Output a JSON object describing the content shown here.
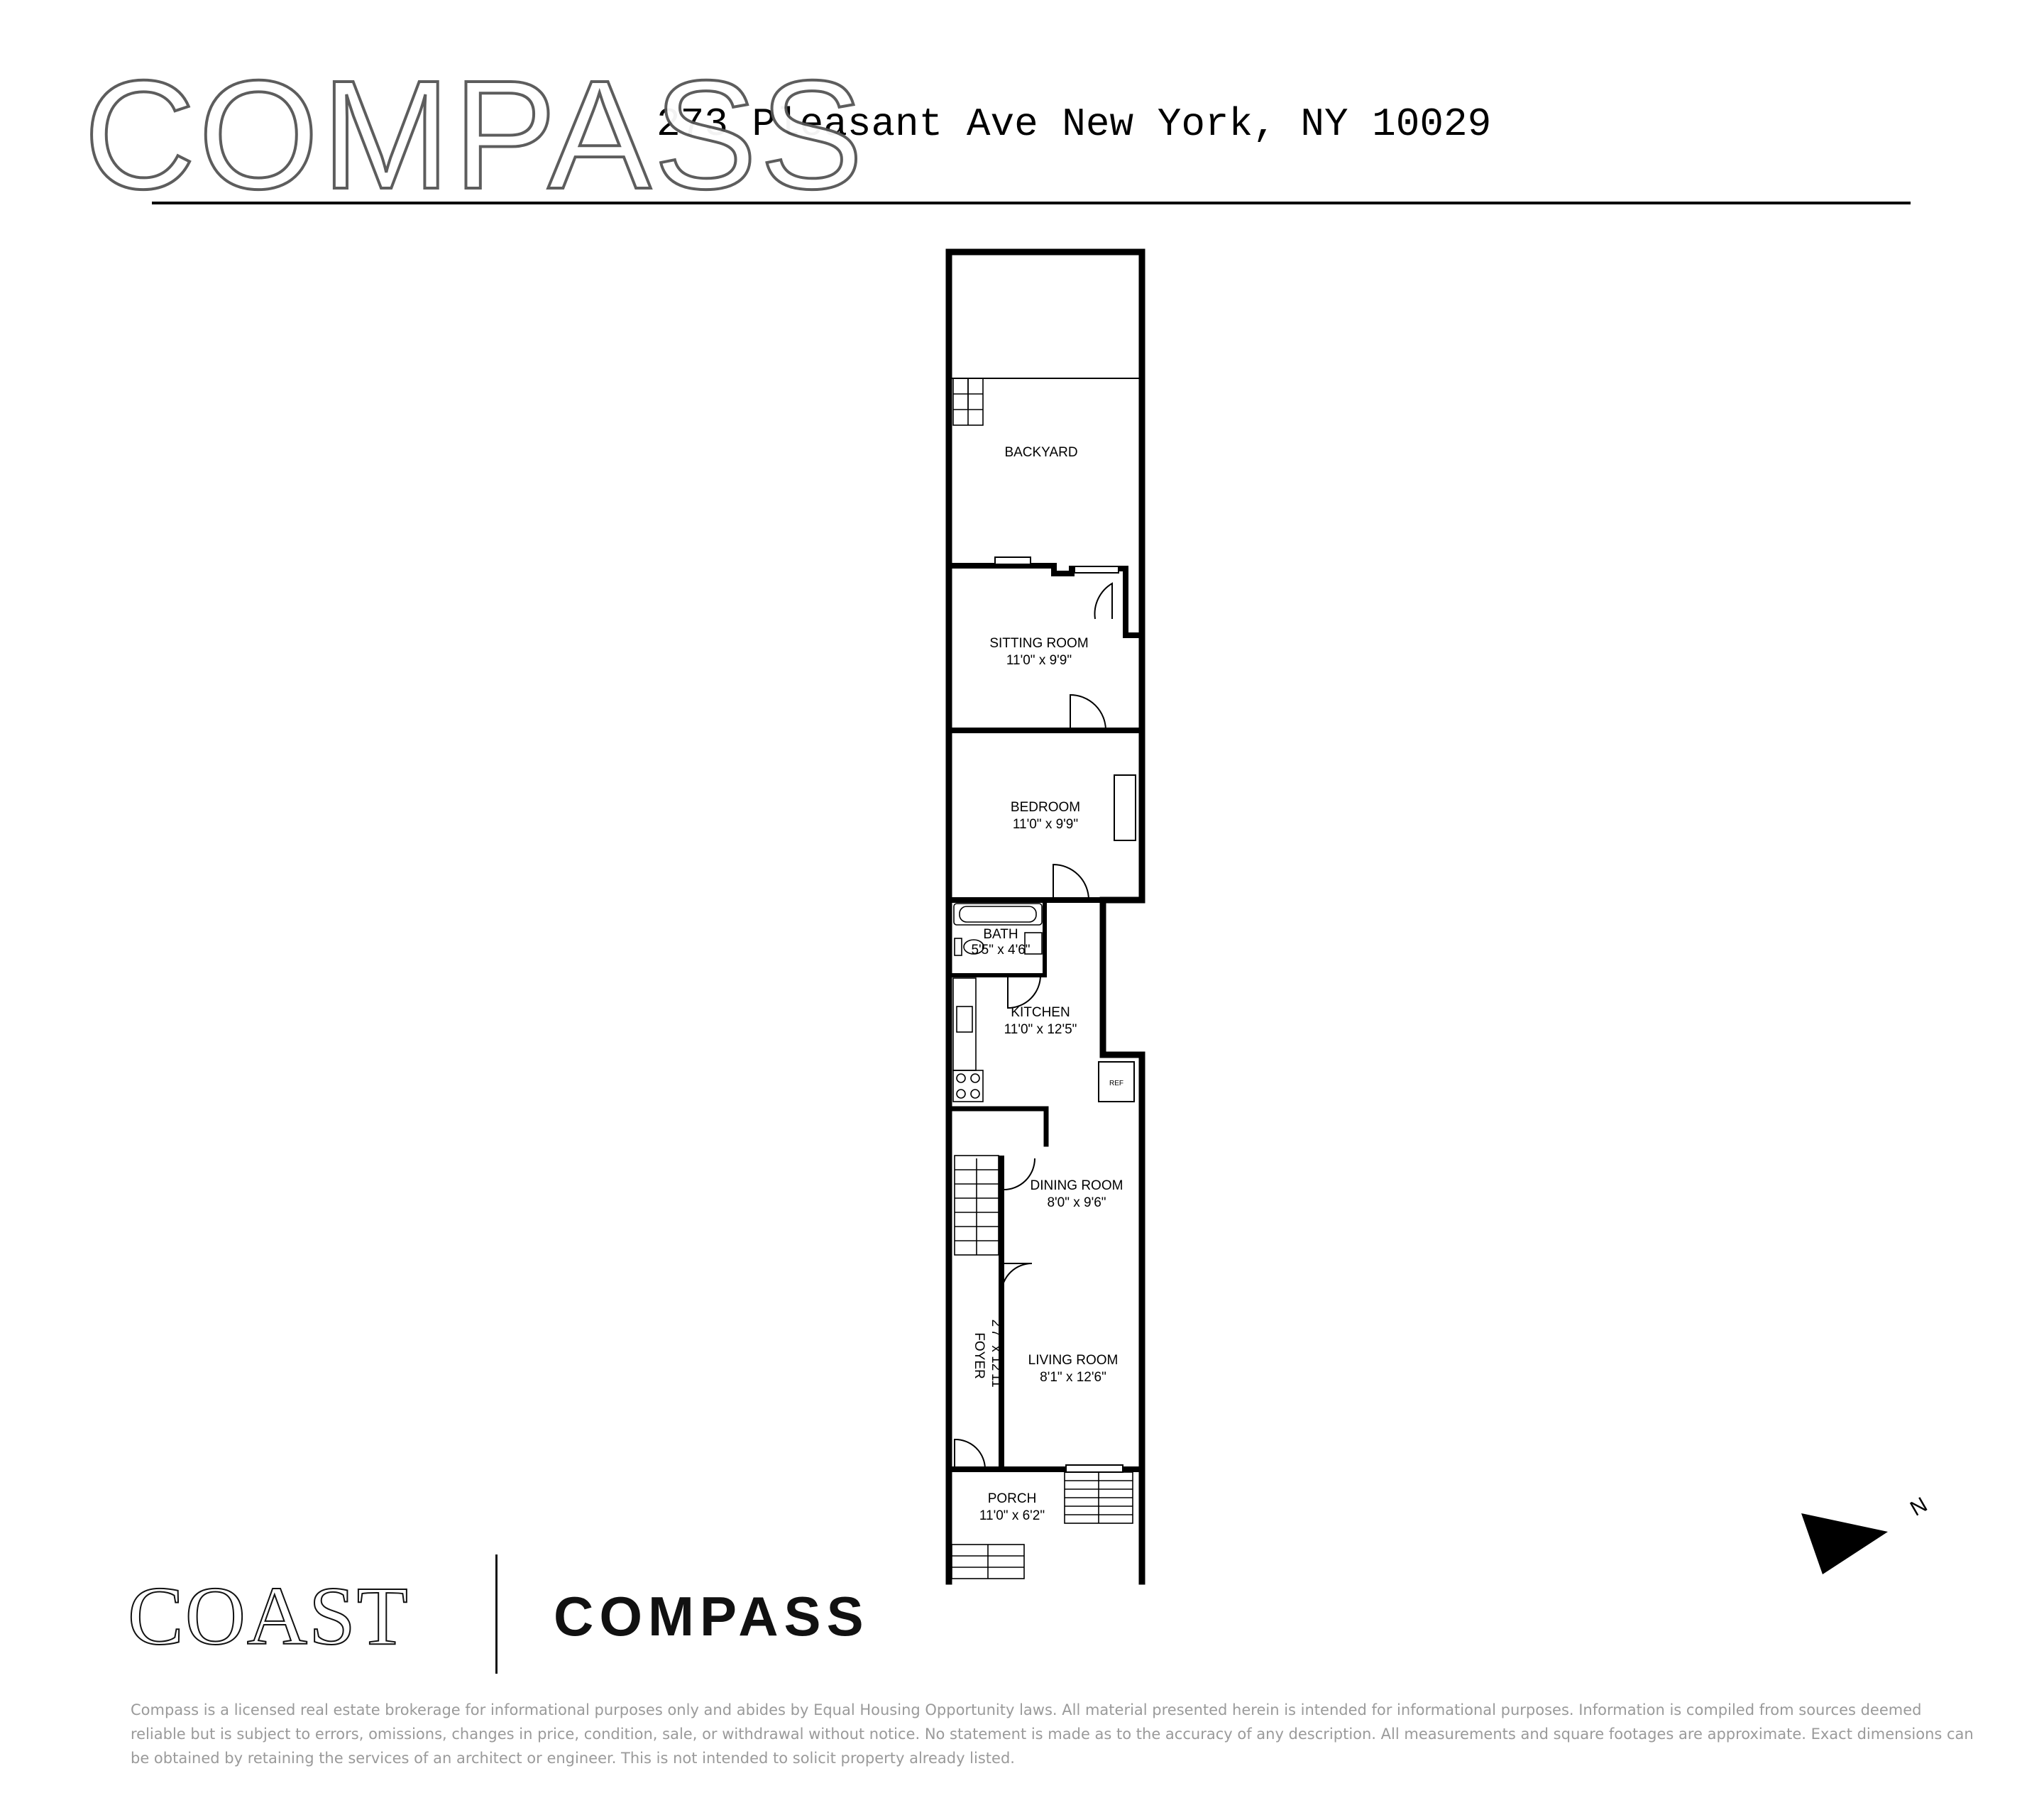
{
  "header": {
    "watermark": "COMPASS",
    "address": "273 Pleasant Ave New York, NY 10029"
  },
  "rooms": [
    {
      "id": "backyard",
      "name": "BACKYARD",
      "size": ""
    },
    {
      "id": "sitting-room",
      "name": "SITTING ROOM",
      "size": "11'0\" x 9'9\""
    },
    {
      "id": "bedroom",
      "name": "BEDROOM",
      "size": "11'0\" x 9'9\""
    },
    {
      "id": "bath",
      "name": "BATH",
      "size": "5'5\" x 4'6\""
    },
    {
      "id": "kitchen",
      "name": "KITCHEN",
      "size": "11'0\" x 12'5\""
    },
    {
      "id": "dining-room",
      "name": "DINING ROOM",
      "size": "8'0\" x 9'6\""
    },
    {
      "id": "foyer",
      "name": "FOYER",
      "size": "2'7\" x 12'11\""
    },
    {
      "id": "living-room",
      "name": "LIVING ROOM",
      "size": "8'1\" x 12'6\""
    },
    {
      "id": "porch",
      "name": "PORCH",
      "size": "11'0\" x 6'2\""
    }
  ],
  "fixtures": {
    "ref_label": "REF"
  },
  "compass_rose": {
    "label": "N"
  },
  "footer": {
    "brand_left": "COAST",
    "brand_right": "COMPASS",
    "disclaimer": "Compass is a licensed real estate brokerage for informational purposes only and abides by Equal Housing Opportunity laws. All material presented herein is intended for informational purposes. Information is compiled from sources deemed reliable but is subject to errors, omissions, changes in price, condition, sale, or withdrawal without notice. No statement is made as to the accuracy of any description. All measurements and square footages are approximate. Exact dimensions can be obtained by retaining the services of an architect or engineer. This is not intended to solicit property already listed."
  },
  "colors": {
    "wall": "#000000",
    "disclaimer_text": "#9a9a9a",
    "watermark_outline": "#555555"
  }
}
